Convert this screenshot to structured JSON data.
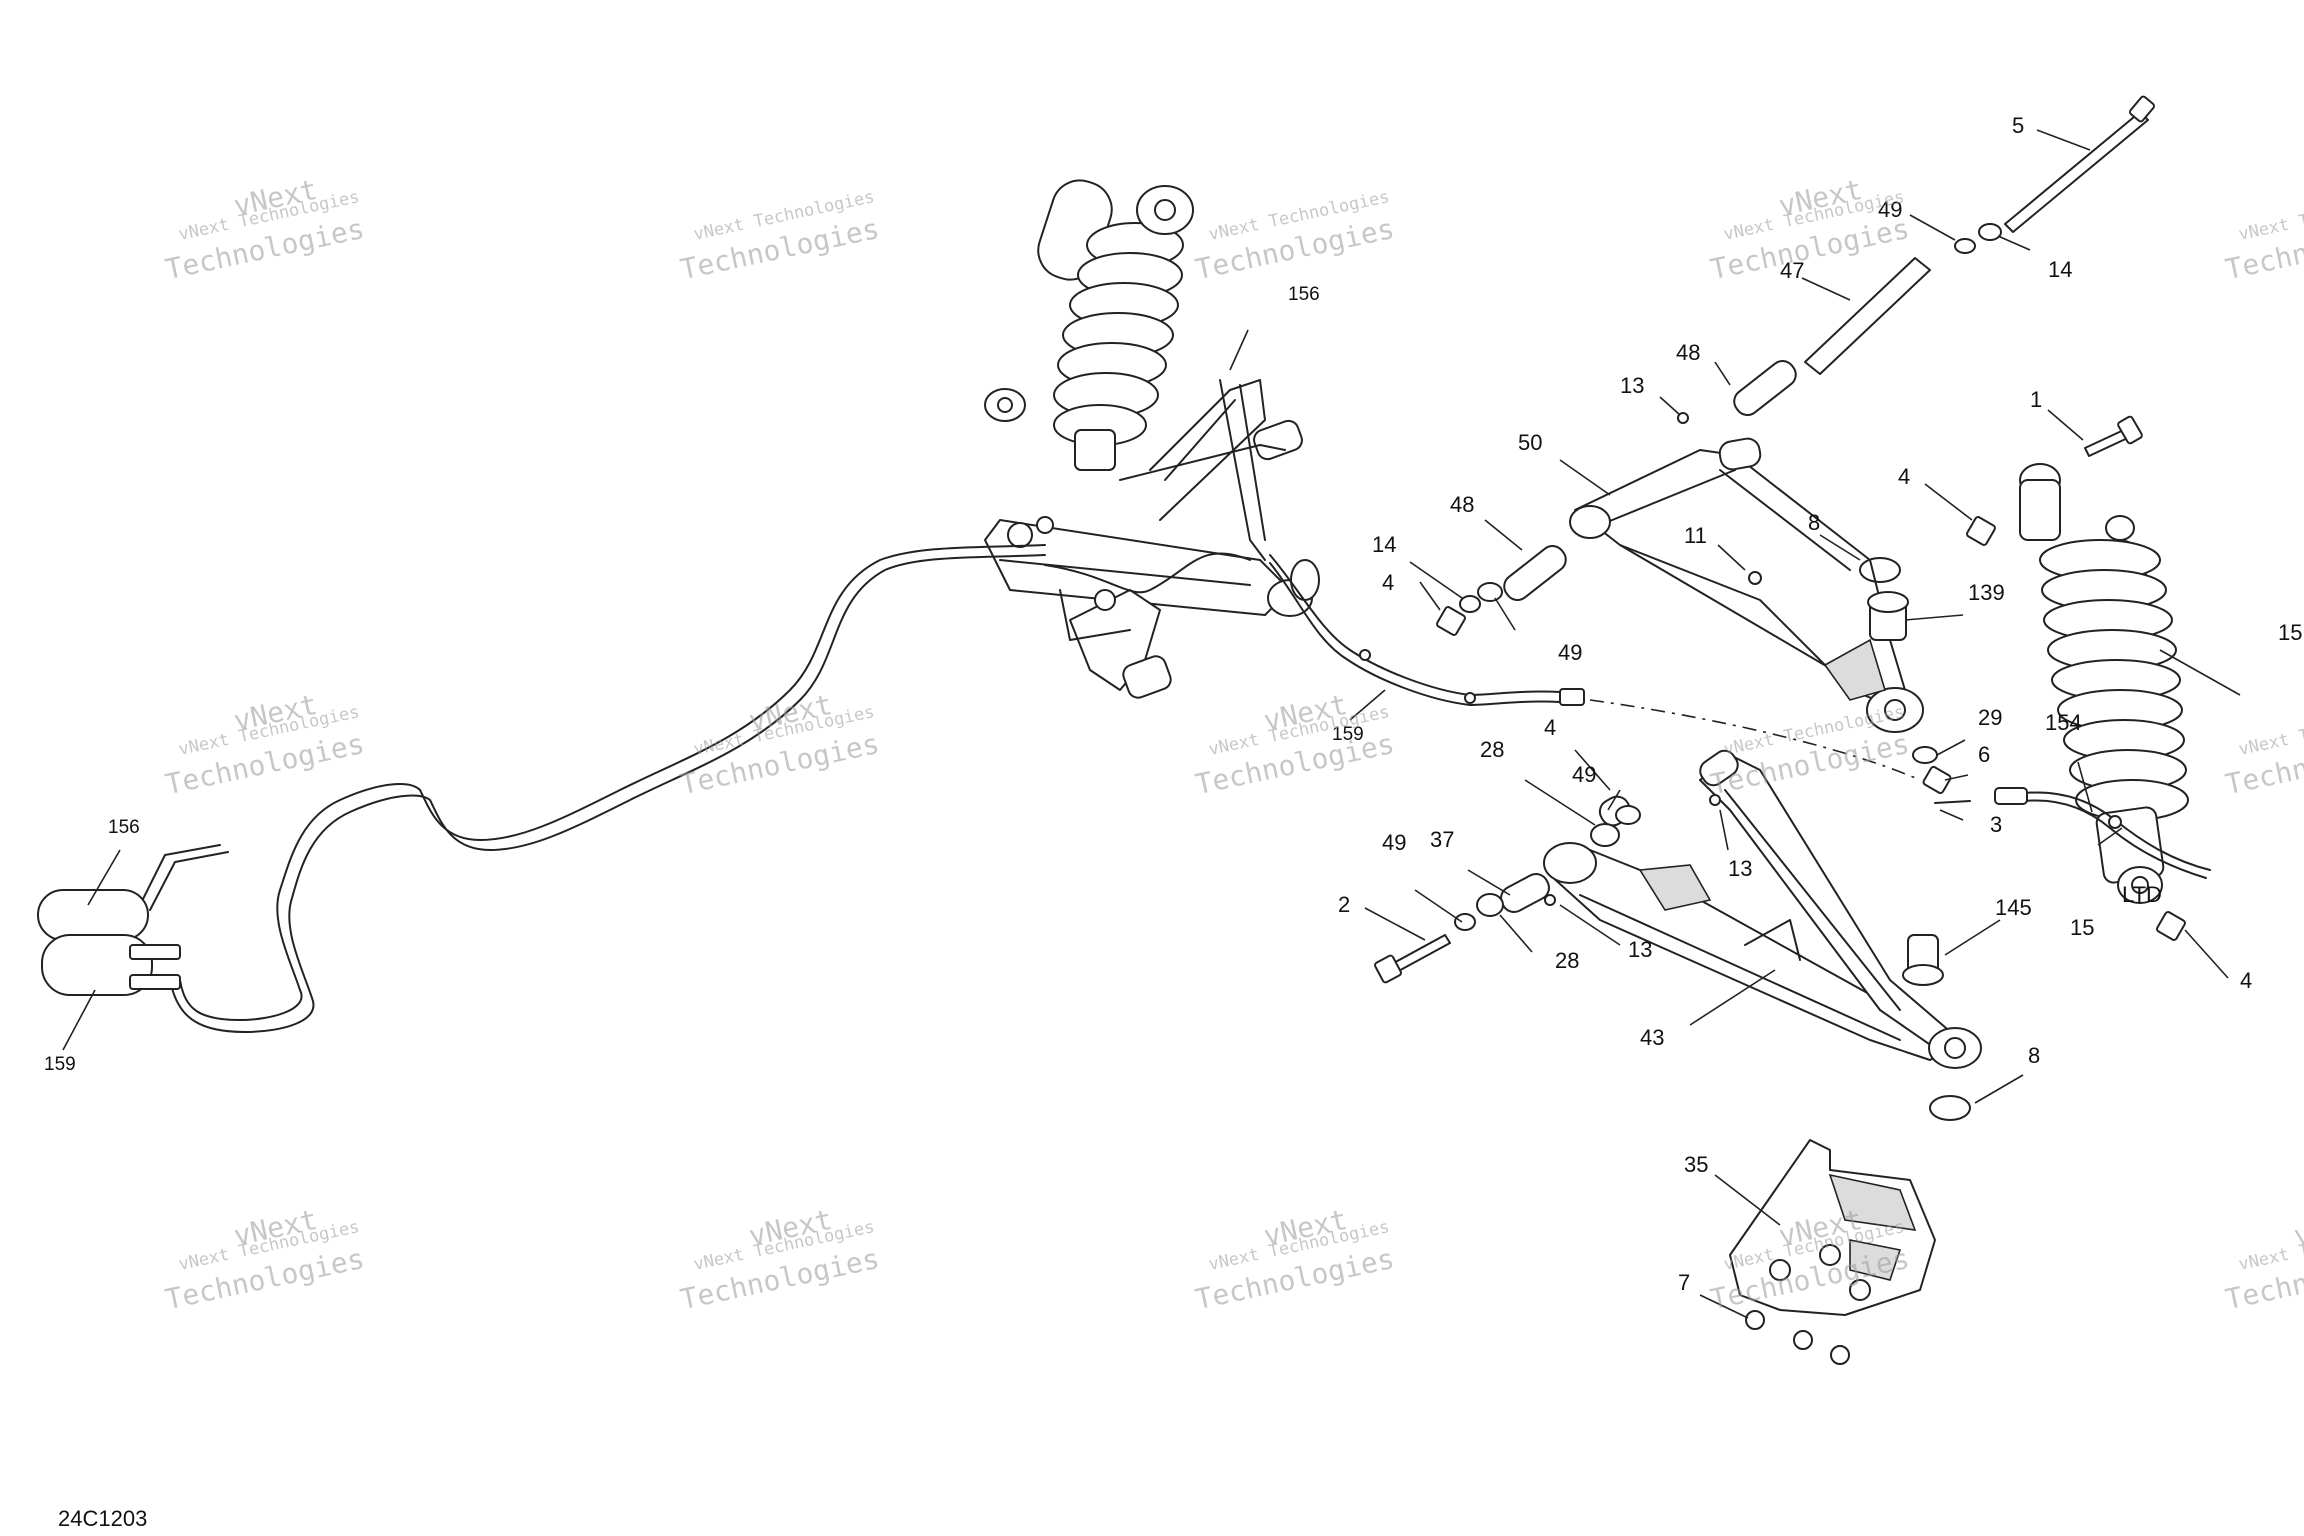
{
  "diagram": {
    "code": "24C1203",
    "watermark": {
      "line_a": "vNext Technologies",
      "line_b": "Technologies",
      "line_c": "vNext"
    },
    "callouts": {
      "c5": "5",
      "c49_top": "49",
      "c14_top": "14",
      "c47": "47",
      "c48_top": "48",
      "c13_top": "13",
      "c1": "1",
      "c50": "50",
      "c4_upper": "4",
      "c48_mid": "48",
      "c8_top": "8",
      "c11": "11",
      "c14_mid": "14",
      "c4_mid": "4",
      "c139": "139",
      "c49_mid": "49",
      "c156_top": "156",
      "c15_edge": "15",
      "c159_mid": "159",
      "c29": "29",
      "c154": "154",
      "c4_low": "4",
      "c6": "6",
      "c28_top": "28",
      "c49_low": "49",
      "c3": "3",
      "c13_low": "13",
      "c37": "37",
      "c49_left": "49",
      "c2": "2",
      "c28_bot": "28",
      "c13_bot": "13",
      "c145": "145",
      "c15": "15",
      "c4_right": "4",
      "c43": "43",
      "c8_bot": "8",
      "c35": "35",
      "c7": "7",
      "c156_left": "156",
      "c159_left": "159",
      "ltd": "LTD"
    }
  }
}
